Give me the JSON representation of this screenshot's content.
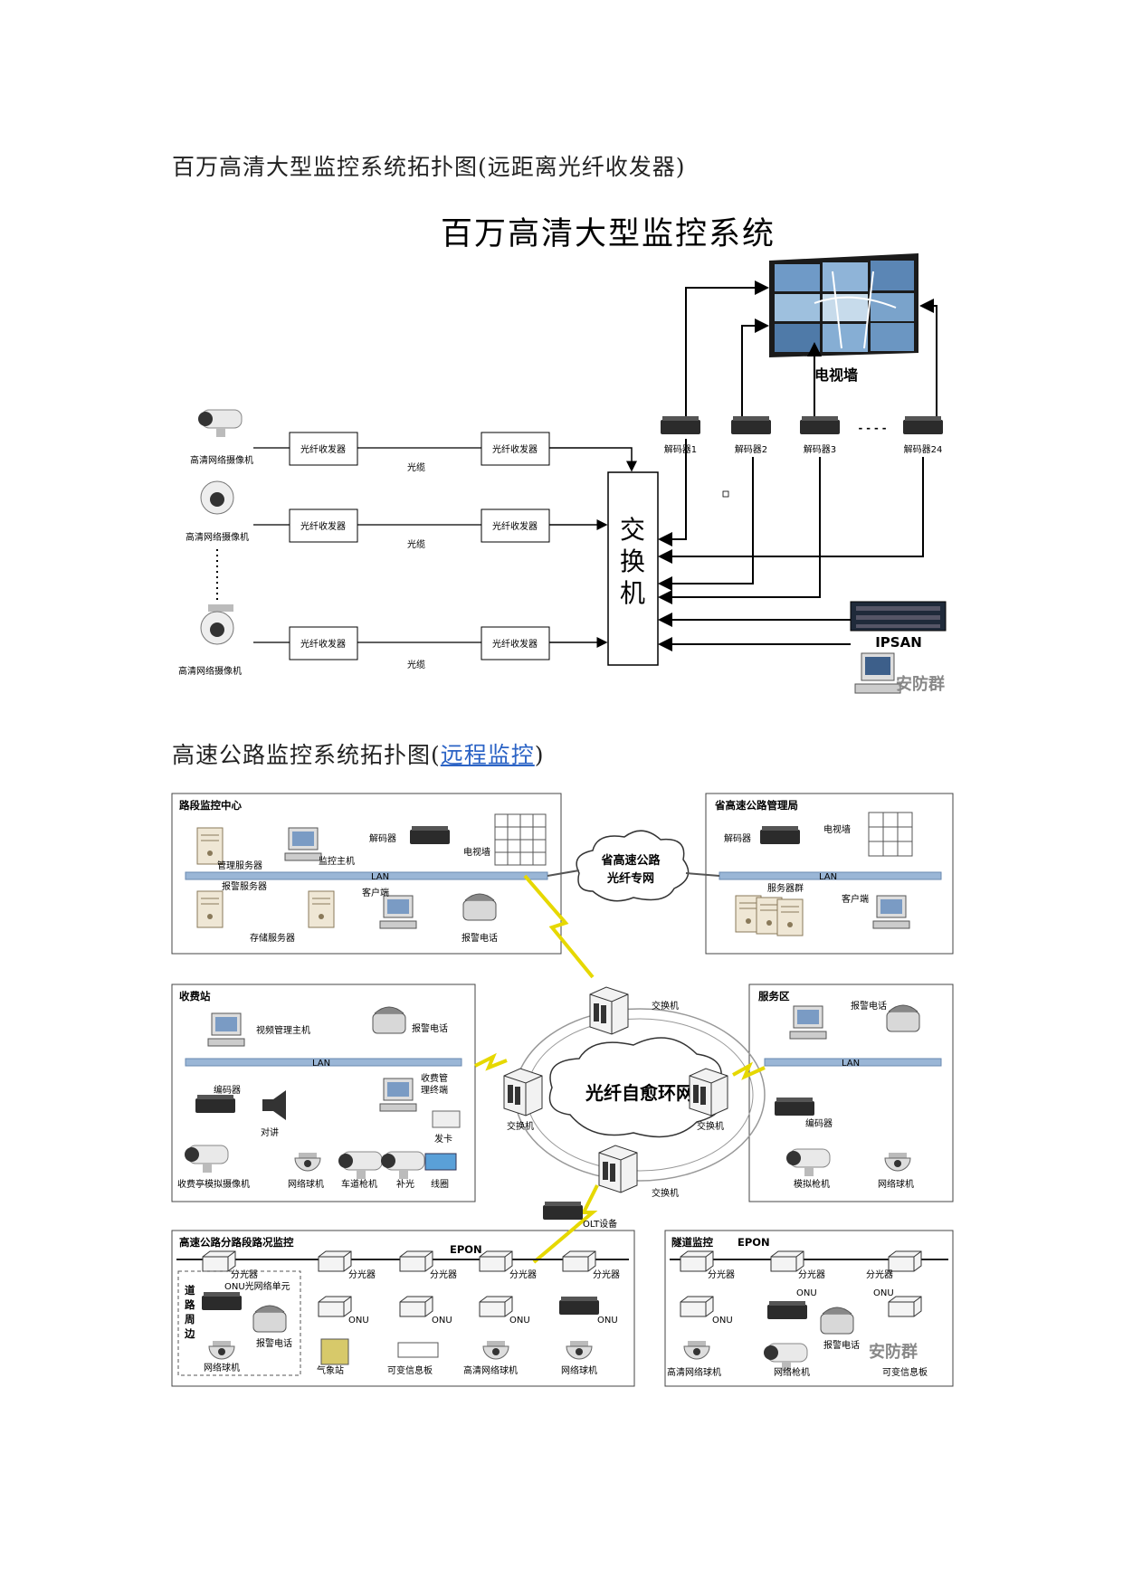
{
  "headings": {
    "first_prefix": "百万高清大型监控系统拓扑图(",
    "first_inner": "远距离光纤收发器",
    "first_suffix": ")",
    "second_prefix": "高速公路监控系统拓扑图(",
    "second_link": "远程监控",
    "second_suffix": ")"
  },
  "diagram1": {
    "title": "百万高清大型监控系统",
    "camera_label": "高清网络摄像机",
    "transceiver_label": "光纤收发器",
    "cable_label": "光缆",
    "switch_label": [
      "交",
      "换",
      "机"
    ],
    "decoders": [
      "解码器1",
      "解码器2",
      "解码器3",
      "解码器24"
    ],
    "ellipsis": "- - - -",
    "tv_wall_label": "电视墙",
    "storage_label": "IPSAN",
    "watermark": "安防群"
  },
  "diagram2": {
    "sections": {
      "road_center": "路段监控中心",
      "provincial": "省高速公路管理局",
      "toll": "收费站",
      "service": "服务区",
      "roadside": "高速公路分路段路况监控",
      "tunnel": "隧道监控"
    },
    "cloud_private_line": [
      "省高速公路",
      "光纤专网"
    ],
    "cloud_ring": "光纤自愈环网",
    "lan": "LAN",
    "epon": "EPON",
    "labels": {
      "mgmt_server": "管理服务器",
      "monitor_host": "监控主机",
      "decoder": "解码器",
      "tv_wall": "电视墙",
      "alarm_server": "报警服务器",
      "client": "客户端",
      "storage_server": "存储服务器",
      "alarm_phone": "报警电话",
      "server_group": "服务器群",
      "switch": "交换机",
      "video_host": "视频管理主机",
      "encoder": "编码器",
      "intercom": "对讲",
      "toll_terminal_1": "收费管",
      "toll_terminal_2": "理终端",
      "card": "发卡",
      "booth_camera": "收费亭模拟摄像机",
      "dome_camera": "网络球机",
      "lane_gun": "车道枪机",
      "fill_light": "补光",
      "loop": "线圈",
      "analog_gun": "模拟枪机",
      "olt": "OLT设备",
      "splitter": "分光器",
      "onu": "ONU",
      "onu_unit": "ONU光网络单元",
      "roadside_vertical": [
        "道",
        "路",
        "周",
        "边"
      ],
      "weather": "气象站",
      "vms": "可变信息板",
      "hd_dome": "高清网络球机",
      "network_gun": "网络枪机"
    },
    "watermark": "安防群"
  }
}
